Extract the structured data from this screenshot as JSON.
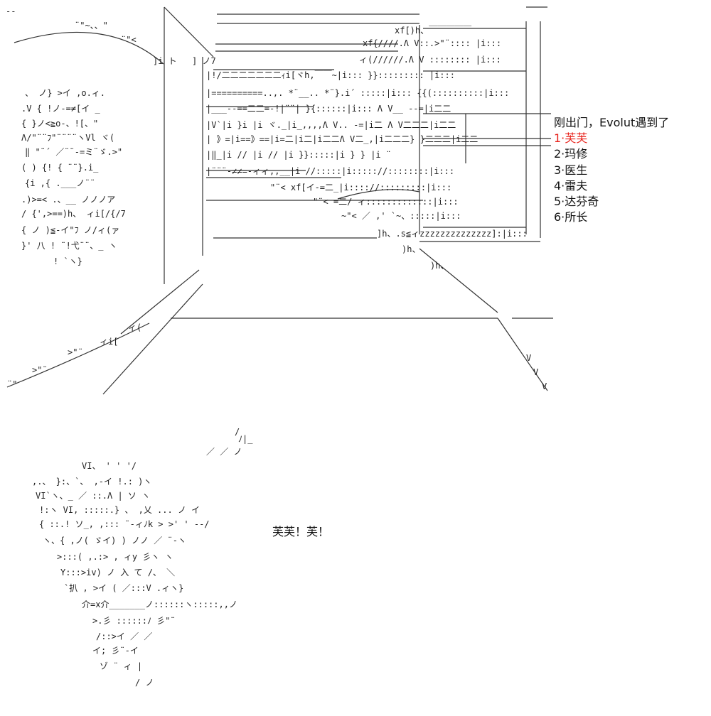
{
  "narration": "刚出门，Evolut遇到了",
  "options": [
    "1·芙芙",
    "2·玛修",
    "3·医生",
    "4·雷夫",
    "5·达芬奇",
    "6·所长"
  ],
  "highlight_color": "#e8231c",
  "shout": "芙芙！芙！"
}
